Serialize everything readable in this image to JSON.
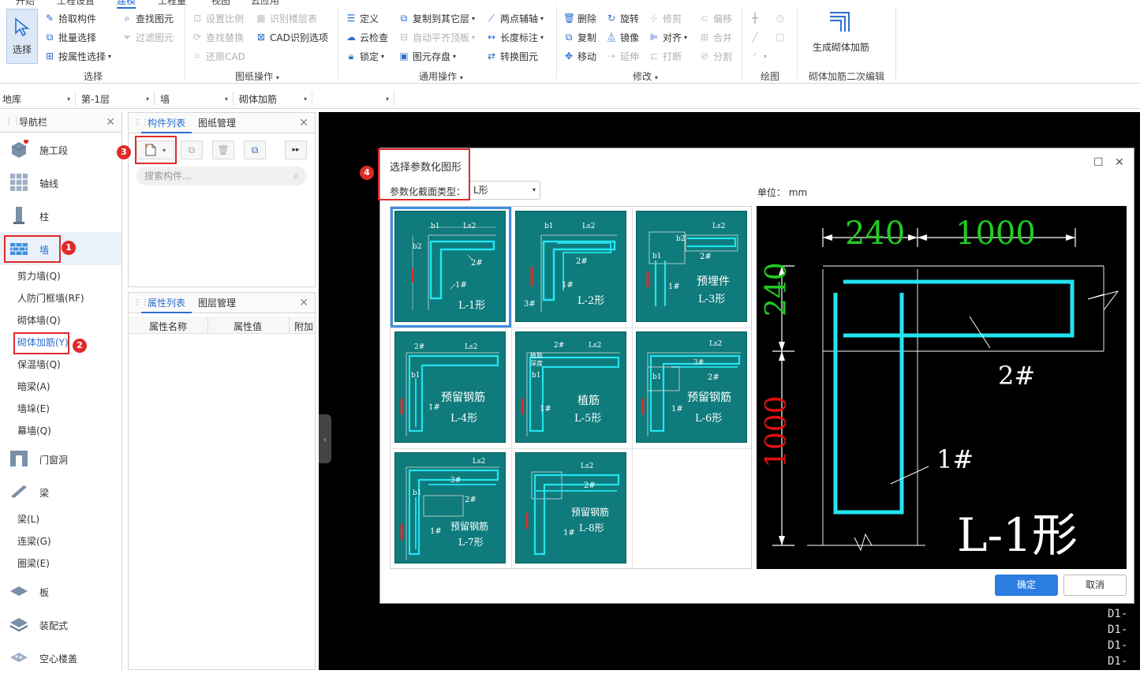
{
  "ribbon": {
    "tabs": [
      "开始",
      "工程设置",
      "建模",
      "工程量",
      "视图",
      "云应用"
    ],
    "select_label": "选择",
    "select_group": [
      "拾取构件",
      "批量选择",
      "按属性选择"
    ],
    "find_group": [
      "查找图元",
      "过滤图元"
    ],
    "group_select": "选择",
    "drawing_ops": [
      "设置比例",
      "识别楼层表",
      "查找替换",
      "CAD识别选项",
      "还原CAD"
    ],
    "group_drawing": "图纸操作",
    "common_ops": [
      "定义",
      "复制到其它层",
      "两点辅轴",
      "云检查",
      "自动平齐顶板",
      "长度标注",
      "锁定",
      "图元存盘",
      "转换图元"
    ],
    "group_common": "通用操作",
    "modify_ops": [
      "删除",
      "旋转",
      "修剪",
      "偏移",
      "复制",
      "镜像",
      "对齐",
      "合并",
      "移动",
      "延伸",
      "打断",
      "分割"
    ],
    "group_modify": "修改",
    "group_draw": "绘图",
    "generate_label": "生成砌体加筋",
    "group_secondary": "砌体加筋二次编辑"
  },
  "toolbar2": {
    "floor_type": "地库",
    "floor": "第-1层",
    "element_type": "墙",
    "element": "砌体加筋",
    "extra": ""
  },
  "nav": {
    "title": "导航栏",
    "categories_top": [
      "施工段",
      "轴线",
      "柱",
      "墙"
    ],
    "wall_subs": [
      "剪力墙(Q)",
      "人防门框墙(RF)",
      "砌体墙(Q)",
      "砌体加筋(Y)",
      "保温墙(Q)",
      "暗梁(A)",
      "墙垛(E)",
      "幕墙(Q)"
    ],
    "categories_mid": [
      "门窗洞",
      "梁"
    ],
    "beam_subs": [
      "梁(L)",
      "连梁(G)",
      "圈梁(E)"
    ],
    "categories_bottom": [
      "板",
      "装配式",
      "空心楼盖"
    ]
  },
  "component_panel": {
    "tab_active": "构件列表",
    "tab_other": "图纸管理",
    "search_placeholder": "搜索构件..."
  },
  "property_panel": {
    "tab_active": "属性列表",
    "tab_other": "图层管理",
    "col_name": "属性名称",
    "col_value": "属性值",
    "col_extra": "附加"
  },
  "dialog": {
    "title": "选择参数化图形",
    "section_type_label": "参数化截面类型：",
    "section_type_value": "L形",
    "unit_label": "单位： mm",
    "ok": "确定",
    "cancel": "取消",
    "shapes": [
      {
        "name": "L-1形",
        "tag": ""
      },
      {
        "name": "L-2形",
        "tag": ""
      },
      {
        "name": "L-3形",
        "tag": "预埋件"
      },
      {
        "name": "L-4形",
        "tag": "预留钢筋"
      },
      {
        "name": "L-5形",
        "tag": "植筋"
      },
      {
        "name": "L-6形",
        "tag": "预留钢筋"
      },
      {
        "name": "L-7形",
        "tag": "预留钢筋"
      },
      {
        "name": "L-8形",
        "tag": "预留钢筋"
      }
    ],
    "preview": {
      "dim_top_left": "240",
      "dim_top_right": "1000",
      "dim_left_top": "240",
      "dim_left_bottom": "1000",
      "bar2": "2#",
      "bar1": "1#",
      "shape_name": "L-1形",
      "color_dim_green": "#22cc22",
      "color_dim_red": "#dd1111",
      "color_rebar": "#22e4f0"
    }
  },
  "markers": [
    "1",
    "2",
    "3",
    "4"
  ],
  "cad_text": [
    "D1-",
    "D1-",
    "D1-",
    "D1-"
  ],
  "colors": {
    "accent": "#2b6fce",
    "marker": "#e02a2a",
    "thumb": "#0f7b7c"
  }
}
